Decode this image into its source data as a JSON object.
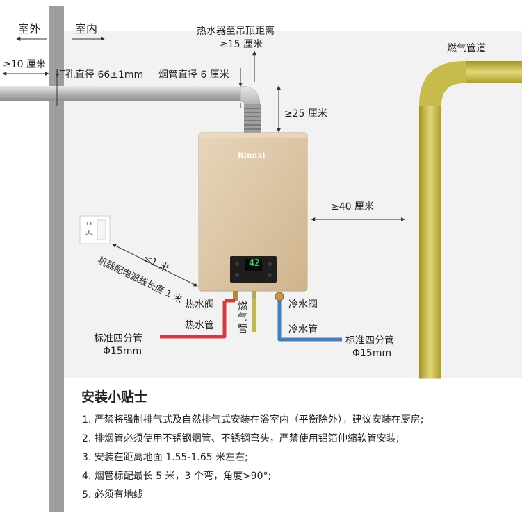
{
  "labels": {
    "outdoor": "室外",
    "indoor": "室内",
    "ceiling_distance_line1": "热水器至吊顶距离",
    "ceiling_distance_line2": "≥15 厘米",
    "wall_protrusion": "≥10 厘米",
    "hole_diameter": "打孔直径 66±1mm",
    "flue_diameter": "烟管直径 6 厘米",
    "flue_vertical": "≥25 厘米",
    "gas_pipeline": "燃气管道",
    "side_clearance": "≥40 厘米",
    "outlet_distance": "≤1 米",
    "power_cord_length": "机器配电源线长度 1 米",
    "hot_water_valve": "热水阀",
    "hot_water_pipe": "热水管",
    "gas_label": "燃气管",
    "cold_water_valve": "冷水阀",
    "cold_water_pipe": "冷水管",
    "standard_pipe_left_line1": "标准四分管",
    "standard_pipe_left_line2": "Φ15mm",
    "standard_pipe_right_line1": "标准四分管",
    "standard_pipe_right_line2": "Φ15mm"
  },
  "heater": {
    "brand": "Rinnai",
    "display_value": "42"
  },
  "tips": {
    "title": "安装小贴士",
    "items": [
      "1. 严禁将强制排气式及自然排气式安装在浴室内（平衡除外），建议安装在厨房;",
      "2. 排烟管必须使用不锈钢烟管、不锈钢弯头，严禁使用铝箔伸缩软管安装;",
      "3. 安装在距离地面 1.55-1.65 米左右;",
      "4. 烟管标配最长 5 米，3 个弯，角度>90°;",
      "5. 必须有地线"
    ]
  },
  "colors": {
    "wall": "#9e9e9e",
    "room_bg": "#f2f2f2",
    "hot_pipe": "#d8393f",
    "cold_pipe": "#3d7fc9",
    "gas_pipe": "#b9ad3b",
    "heater_body": "#dcc6a6",
    "flue_pipe": "#b8b8b8"
  }
}
